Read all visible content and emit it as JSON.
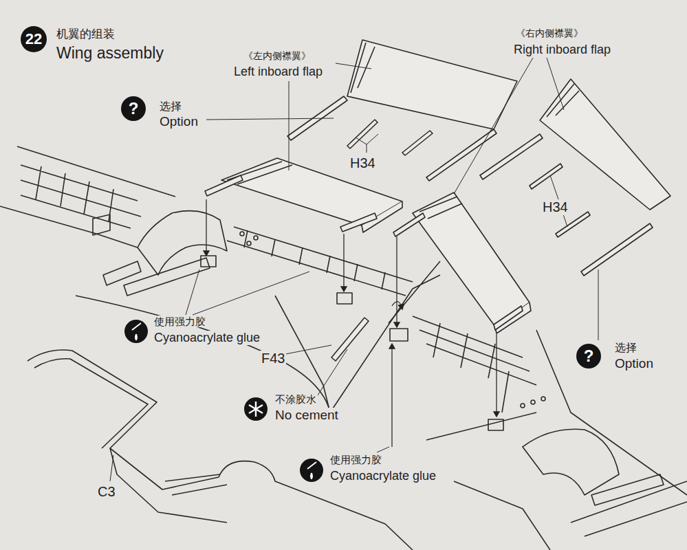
{
  "diagram": {
    "nodes": [
      {
        "text": [
          "22"
        ]
      },
      {
        "text": [
          "?"
        ]
      },
      {
        "text": [
          "?"
        ]
      }
    ],
    "labels": [
      "机翼的组装",
      "Wing assembly",
      "《左内侧襟翼》",
      "Left inboard flap",
      "《右内侧襟翼》",
      "Right inboard flap",
      "选择",
      "Option",
      "H34",
      "H34",
      "使用强力胶",
      "Cyanoacrylate glue",
      "F43",
      "不涂胶水",
      "No cement",
      "使用强力胶",
      "Cyanoacrylate glue",
      "选择",
      "Option",
      "C3"
    ]
  }
}
